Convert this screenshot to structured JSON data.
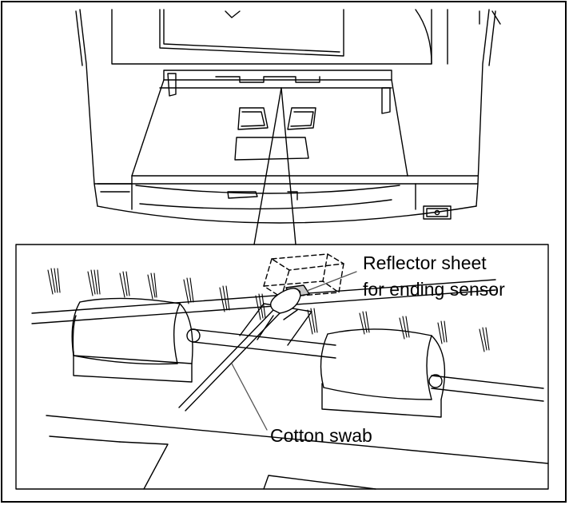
{
  "labels": {
    "reflector_line1": "Reflector sheet",
    "reflector_line2": "for ending sensor",
    "cotton_swab": "Cotton swab"
  },
  "icons": {
    "power_switch": "power-switch-icon"
  },
  "colors": {
    "line": "#000000",
    "leader": "#555555",
    "highlight": "#c8c8c8",
    "background": "#ffffff"
  }
}
